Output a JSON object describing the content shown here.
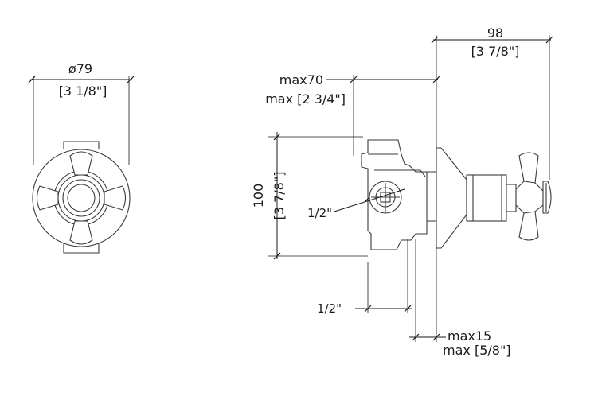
{
  "front_view": {
    "diameter_mm": "ø79",
    "diameter_in": "[3 1/8\"]"
  },
  "side_view": {
    "projection_max_mm": "max70",
    "projection_max_in": "max [2 3/4\"]",
    "depth_mm": "98",
    "depth_in": "[3 7/8\"]",
    "height_mm": "100",
    "height_in": "[3 7/8\"]",
    "inlet_thread": "1/2\"",
    "outlet_thread": "1/2\"",
    "plate_max_mm": "max15",
    "plate_max_in": "max [5/8\"]"
  },
  "colors": {
    "line": "#1a1a1a",
    "part_outline": "#3a3a3a",
    "background": "#ffffff"
  }
}
